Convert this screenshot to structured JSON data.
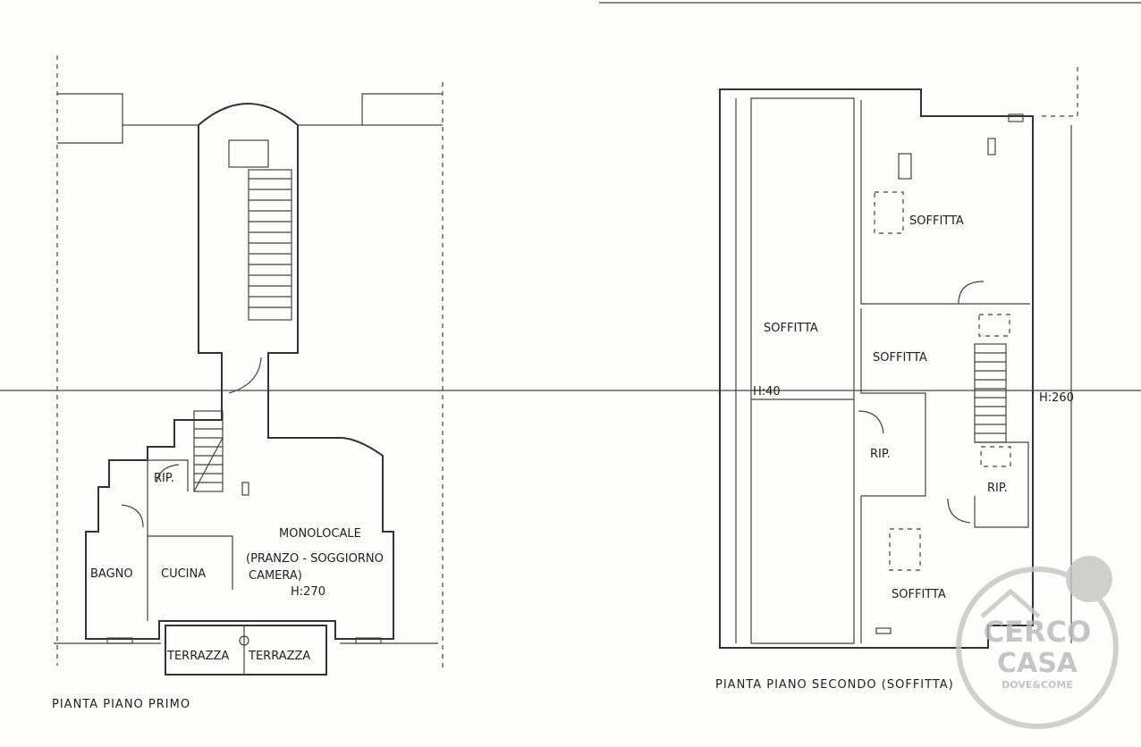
{
  "first_floor": {
    "caption": "PIANTA PIANO PRIMO",
    "rooms": {
      "monolocale": "MONOLOCALE",
      "monolocale_desc_1": "(PRANZO - SOGGIORNO",
      "monolocale_desc_2": "CAMERA)",
      "monolocale_height": "H:270",
      "bagno": "BAGNO",
      "cucina": "CUCINA",
      "rip": "RIP.",
      "terrazza_left": "TERRAZZA",
      "terrazza_right": "TERRAZZA"
    }
  },
  "second_floor": {
    "caption": "PIANTA PIANO SECONDO (SOFFITTA)",
    "rooms": {
      "soffitta_left": "SOFFITTA",
      "soffitta_top": "SOFFITTA",
      "soffitta_middle": "SOFFITTA",
      "soffitta_bottom": "SOFFITTA",
      "rip_left": "RIP.",
      "rip_right": "RIP."
    },
    "height_left": "H:40",
    "height_right": "H:260"
  },
  "watermark": {
    "line1": "CERCO",
    "line2": "CASA",
    "line3": "DOVE&COME",
    "color": "#b8b8b8"
  }
}
